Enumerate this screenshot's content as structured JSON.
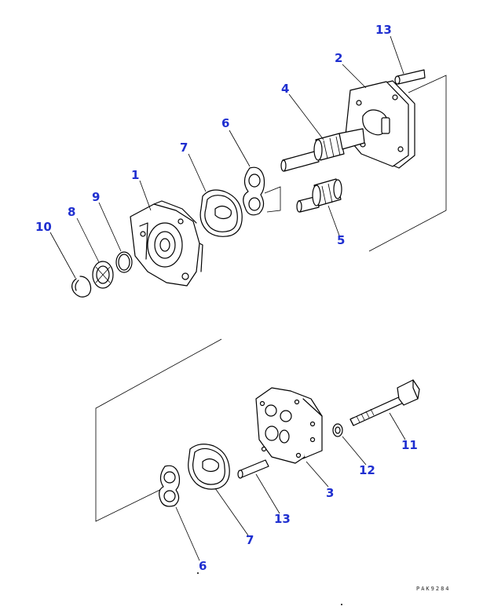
{
  "callouts": {
    "c1": "1",
    "c2": "2",
    "c3": "3",
    "c4": "4",
    "c5": "5",
    "c6_top": "6",
    "c6_bottom": "6",
    "c7_top": "7",
    "c7_bottom": "7",
    "c8": "8",
    "c9": "9",
    "c10": "10",
    "c11": "11",
    "c12": "12",
    "c13_top": "13",
    "c13_bottom": "13"
  },
  "drawing_code": "PAK9284",
  "colors": {
    "callout": "#1f2fd0",
    "linework": "#000000"
  }
}
